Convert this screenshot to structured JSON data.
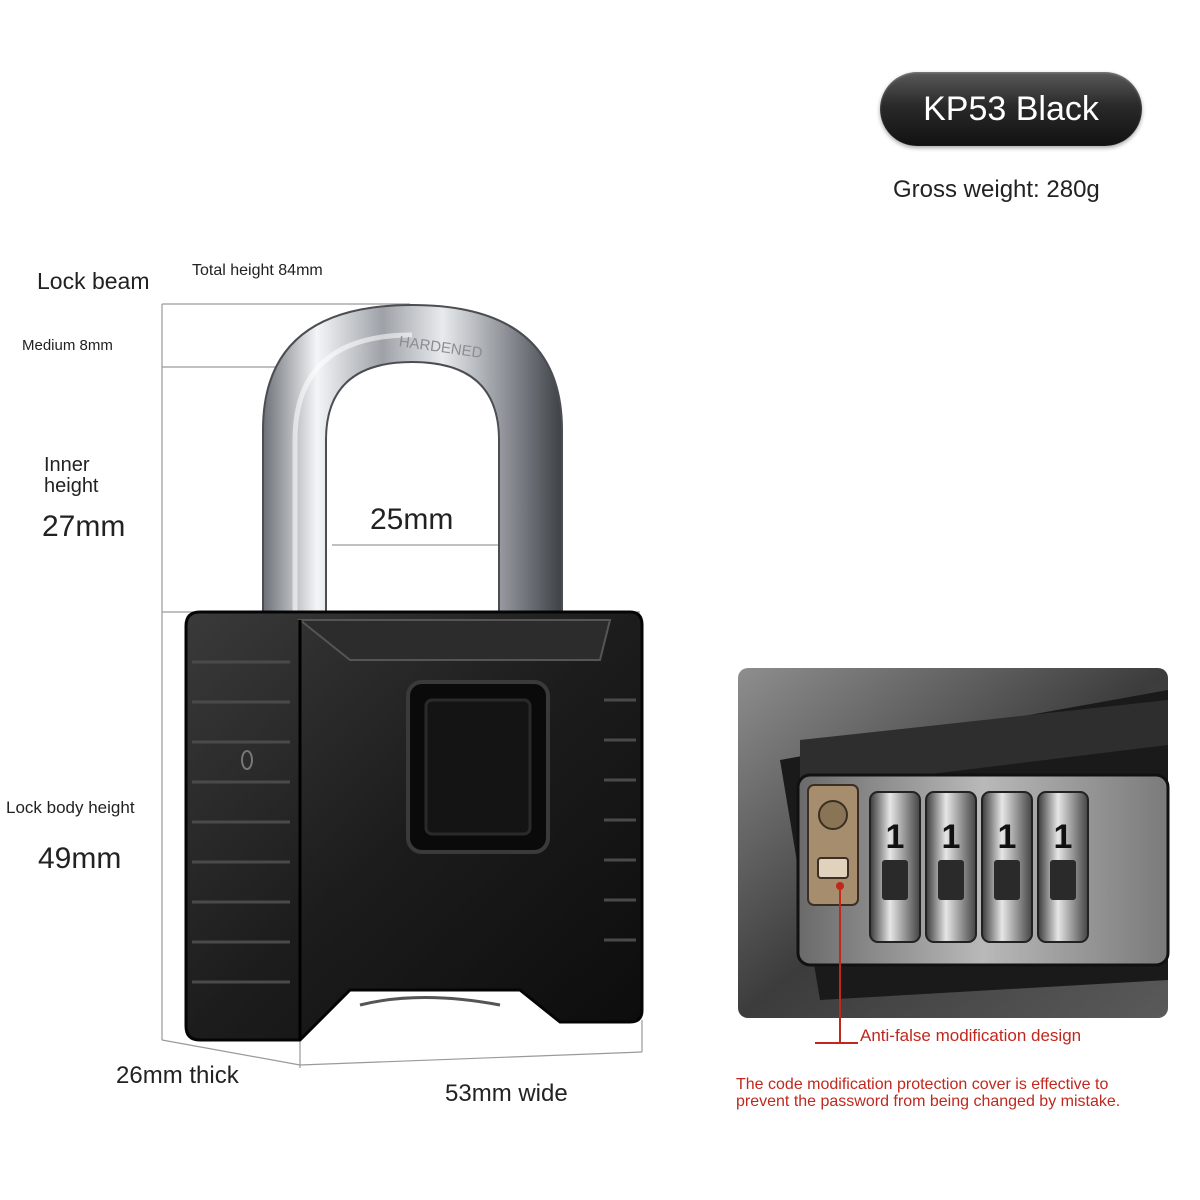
{
  "product": {
    "model_badge": "KP53 Black",
    "gross_weight": "Gross weight: 280g"
  },
  "dimensions": {
    "lock_beam": "Lock beam",
    "total_height": "Total height 84mm",
    "medium": "Medium 8mm",
    "inner_height_line1": "Inner",
    "inner_height_line2": "height",
    "inner_height_value": "27mm",
    "inner_width": "25mm",
    "body_height_label": "Lock body height",
    "body_height_value": "49mm",
    "thickness": "26mm thick",
    "width": "53mm wide"
  },
  "shackle_engraving": "HARDENED",
  "detail": {
    "dial_digits": [
      "1",
      "1",
      "1",
      "1"
    ],
    "callout": "Anti-false modification design",
    "description_line1": "The code modification protection cover is effective to",
    "description_line2": "prevent the password from being changed by mistake."
  },
  "colors": {
    "badge": "#2a2a2a",
    "lock_body": "#1a1a1a",
    "shackle": "#c9ccd0",
    "annotation_red": "#c0281e"
  }
}
